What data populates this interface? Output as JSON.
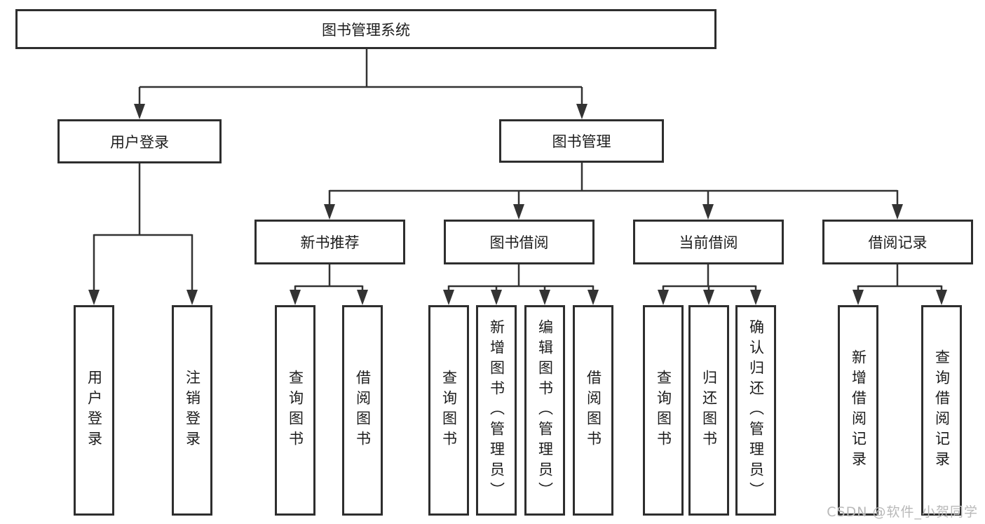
{
  "root": {
    "label": "图书管理系统"
  },
  "level2": [
    {
      "label": "用户登录"
    },
    {
      "label": "图书管理"
    }
  ],
  "level3": [
    {
      "label": "新书推荐"
    },
    {
      "label": "图书借阅"
    },
    {
      "label": "当前借阅"
    },
    {
      "label": "借阅记录"
    }
  ],
  "leaves": {
    "user_login": [
      {
        "label": "用户登录"
      },
      {
        "label": "注销登录"
      }
    ],
    "new_book": [
      {
        "label": "查询图书"
      },
      {
        "label": "借阅图书"
      }
    ],
    "borrow": [
      {
        "label": "查询图书"
      },
      {
        "label": "新增图书（管理员）"
      },
      {
        "label": "编辑图书（管理员）"
      },
      {
        "label": "借阅图书"
      }
    ],
    "current": [
      {
        "label": "查询图书"
      },
      {
        "label": "归还图书"
      },
      {
        "label": "确认归还（管理员）"
      }
    ],
    "records": [
      {
        "label": "新增借阅记录"
      },
      {
        "label": "查询借阅记录"
      }
    ]
  },
  "watermark": {
    "text": "CSDN @软件_小贺同学"
  },
  "colors": {
    "background": "#ffffff",
    "line": "#333333",
    "box_border": "#2e2e2e",
    "text": "#1c1c1c",
    "watermark": "#b9b9b9"
  }
}
